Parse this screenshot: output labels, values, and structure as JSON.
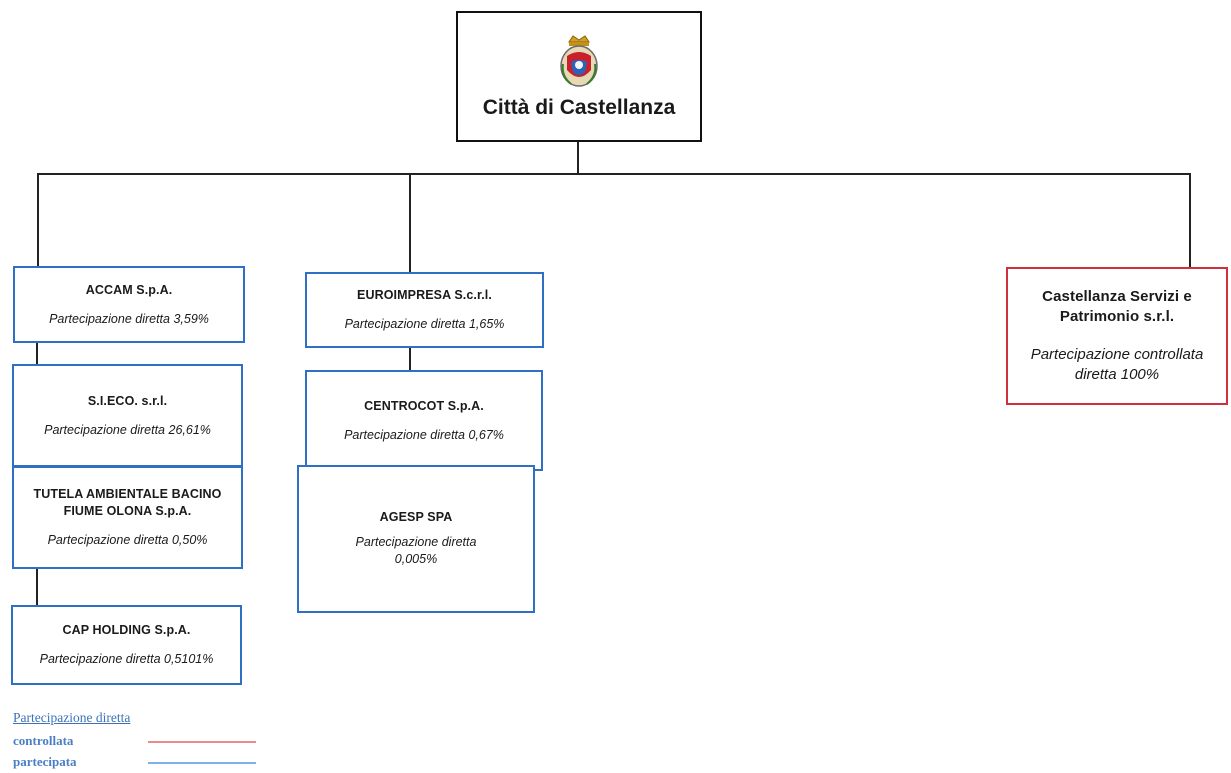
{
  "root": {
    "title": "Città di Castellanza",
    "emblem": "coat-of-arms"
  },
  "column1": [
    {
      "name": "ACCAM S.p.A.",
      "participation": "Partecipazione diretta 3,59%"
    },
    {
      "name": "S.I.ECO. s.r.l.",
      "participation": "Partecipazione diretta 26,61%"
    },
    {
      "name": "TUTELA AMBIENTALE BACINO FIUME OLONA S.p.A.",
      "participation": "Partecipazione diretta 0,50%"
    },
    {
      "name": "CAP HOLDING S.p.A.",
      "participation": "Partecipazione diretta 0,5101%"
    }
  ],
  "column2": [
    {
      "name": "EUROIMPRESA S.c.r.l.",
      "participation": "Partecipazione diretta 1,65%"
    },
    {
      "name": "CENTROCOT S.p.A.",
      "participation": "Partecipazione diretta 0,67%"
    },
    {
      "name": "AGESP SPA",
      "participation": "Partecipazione diretta 0,005%"
    }
  ],
  "column3": [
    {
      "name": "Castellanza Servizi e Patrimonio s.r.l.",
      "participation": "Partecipazione controllata diretta 100%"
    }
  ],
  "legend": {
    "title": "Partecipazione diretta",
    "items": [
      {
        "label": "controllata",
        "color": "#e88a90"
      },
      {
        "label": "partecipata",
        "color": "#7fb0ea"
      }
    ]
  },
  "colors": {
    "participated_border": "#2f6fc4",
    "controlled_border": "#d0303a"
  }
}
